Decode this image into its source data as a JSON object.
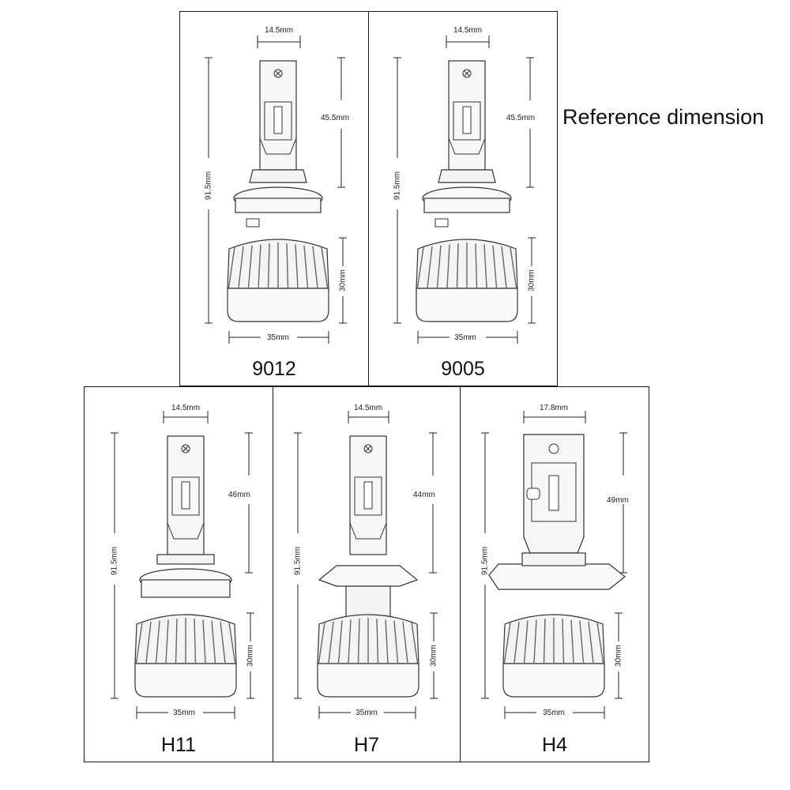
{
  "heading": "Reference dimension",
  "bulbs": [
    {
      "model": "9012",
      "top_width": "14.5mm",
      "chip_height": "45.5mm",
      "total_length": "91.5mm",
      "base_height": "30mm",
      "base_width": "35mm",
      "style": "round-base"
    },
    {
      "model": "9005",
      "top_width": "14.5mm",
      "chip_height": "45.5mm",
      "total_length": "91.5mm",
      "base_height": "30mm",
      "base_width": "35mm",
      "style": "round-base"
    },
    {
      "model": "H11",
      "top_width": "14.5mm",
      "chip_height": "46mm",
      "total_length": "91.5mm",
      "base_height": "30mm",
      "base_width": "35mm",
      "style": "h11"
    },
    {
      "model": "H7",
      "top_width": "14.5mm",
      "chip_height": "44mm",
      "total_length": "91.5mm",
      "base_height": "30mm",
      "base_width": "35mm",
      "style": "h7"
    },
    {
      "model": "H4",
      "top_width": "17.8mm",
      "chip_height": "49mm",
      "total_length": "91.5mm",
      "base_height": "30mm",
      "base_width": "35mm",
      "style": "h4"
    }
  ]
}
